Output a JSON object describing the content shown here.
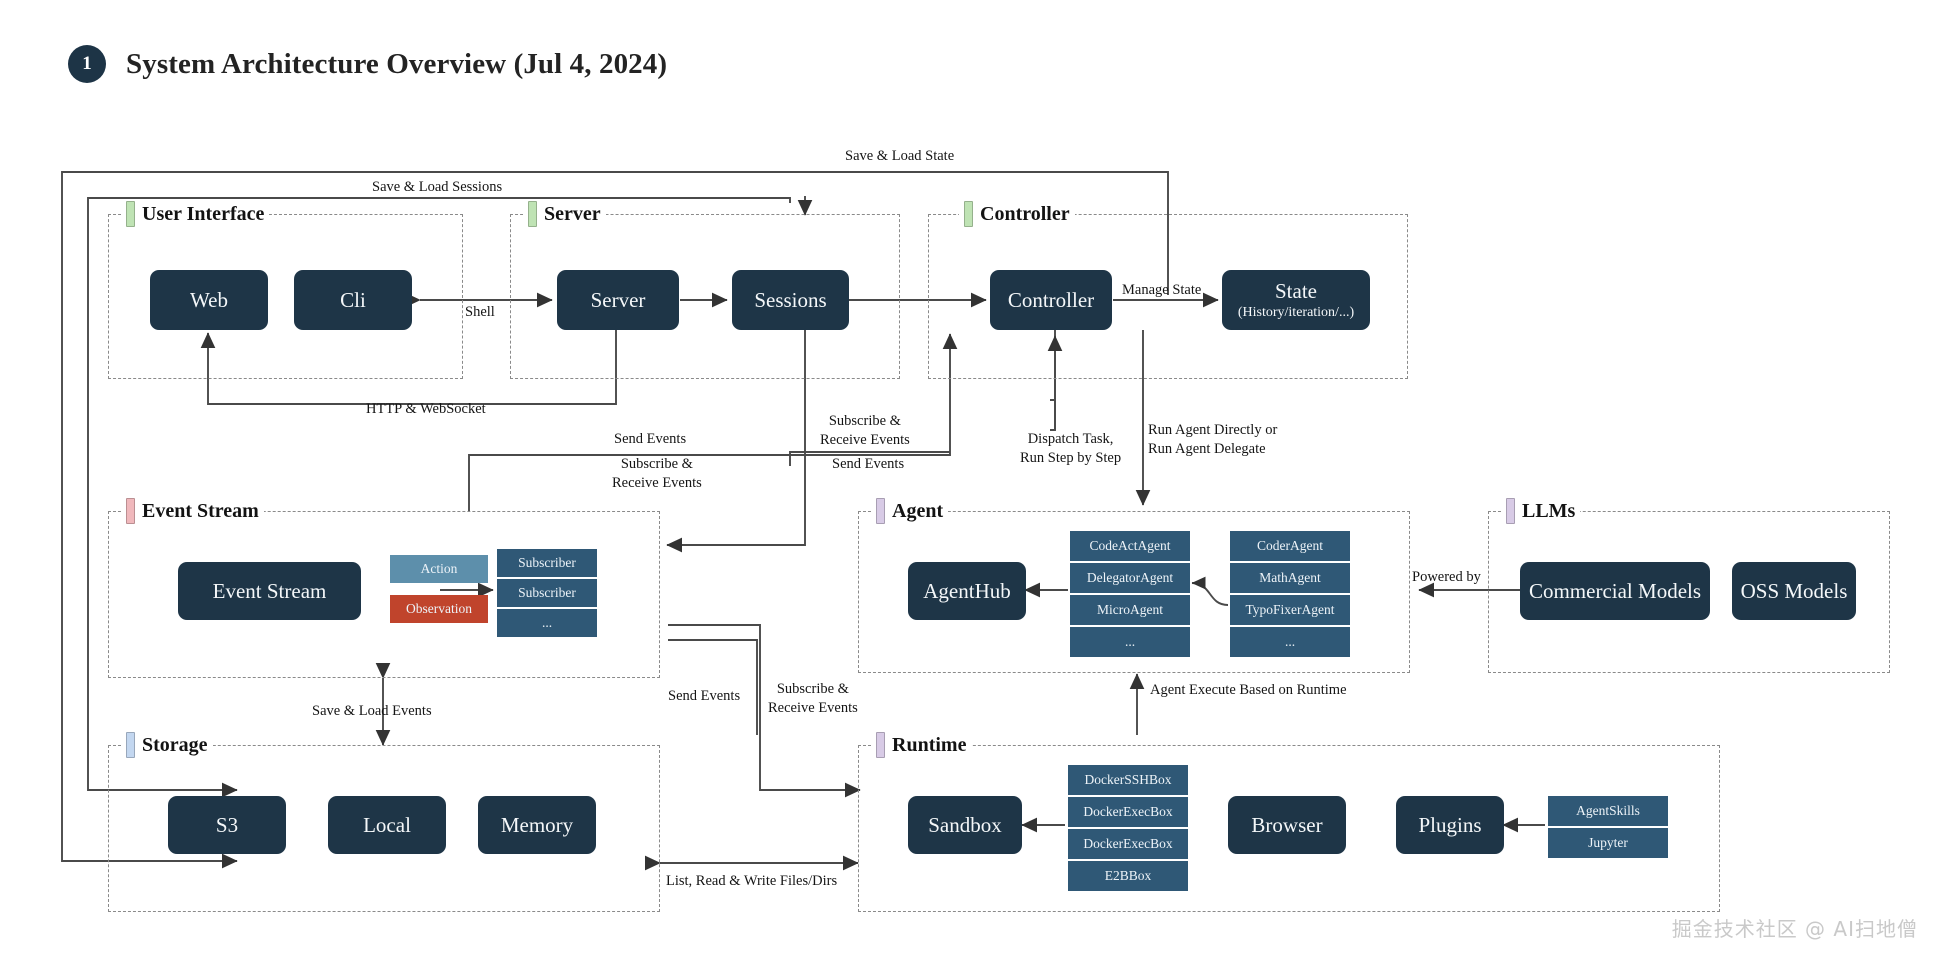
{
  "header": {
    "badge": "1",
    "title": "System Architecture Overview (Jul 4, 2024)"
  },
  "groups": {
    "user_interface": {
      "label": "User Interface",
      "marker_color": "#bfe3b4"
    },
    "server": {
      "label": "Server",
      "marker_color": "#bfe3b4"
    },
    "controller": {
      "label": "Controller",
      "marker_color": "#bfe3b4"
    },
    "event_stream": {
      "label": "Event Stream",
      "marker_color": "#f0b8bc"
    },
    "agent": {
      "label": "Agent",
      "marker_color": "#d8cbe6"
    },
    "llms": {
      "label": "LLMs",
      "marker_color": "#d8cbe6"
    },
    "storage": {
      "label": "Storage",
      "marker_color": "#c3d7f0"
    },
    "runtime": {
      "label": "Runtime",
      "marker_color": "#d8cbe6"
    }
  },
  "nodes": {
    "web": {
      "label": "Web"
    },
    "cli": {
      "label": "Cli"
    },
    "server": {
      "label": "Server"
    },
    "sessions": {
      "label": "Sessions"
    },
    "controller": {
      "label": "Controller"
    },
    "state": {
      "label": "State",
      "sub": "(History/iteration/...)"
    },
    "event_stream": {
      "label": "Event Stream"
    },
    "agent_hub": {
      "label": "AgentHub"
    },
    "commercial_models": {
      "label": "Commercial Models"
    },
    "oss_models": {
      "label": "OSS Models"
    },
    "s3": {
      "label": "S3"
    },
    "local": {
      "label": "Local"
    },
    "memory": {
      "label": "Memory"
    },
    "sandbox": {
      "label": "Sandbox"
    },
    "browser": {
      "label": "Browser"
    },
    "plugins": {
      "label": "Plugins"
    }
  },
  "tiles": {
    "event_types": [
      {
        "label": "Action",
        "color": "#5d8fab"
      },
      {
        "label": "Observation",
        "color": "#c0442c"
      }
    ],
    "subscribers": [
      "Subscriber",
      "Subscriber",
      "..."
    ],
    "agents_col1": [
      "CodeActAgent",
      "DelegatorAgent",
      "MicroAgent",
      "..."
    ],
    "agents_col2": [
      "CoderAgent",
      "MathAgent",
      "TypoFixerAgent",
      "..."
    ],
    "sandboxes": [
      "DockerSSHBox",
      "DockerExecBox",
      "DockerExecBox",
      "E2BBox"
    ],
    "plugin_items": [
      "AgentSkills",
      "Jupyter"
    ]
  },
  "edge_labels": {
    "save_load_state": "Save & Load State",
    "save_load_sessions": "Save & Load Sessions",
    "shell": "Shell",
    "manage_state": "Manage State",
    "http_websocket": "HTTP & WebSocket",
    "send_events_left": "Send Events",
    "subscribe_receive_left": "Subscribe &\nReceive Events",
    "subscribe_receive_mid": "Subscribe &\nReceive Events",
    "send_events_mid": "Send Events",
    "dispatch_task": "Dispatch Task,\nRun Step by Step",
    "run_agent": "Run Agent Directly or\nRun Agent Delegate",
    "powered_by": "Powered by",
    "agent_execute": "Agent Execute Based on Runtime",
    "save_load_events": "Save & Load Events",
    "send_events_low": "Send Events",
    "subscribe_receive_low": "Subscribe &\nReceive Events",
    "list_read_write": "List, Read & Write Files/Dirs"
  },
  "watermark": "掘金技术社区 @ AI扫地僧",
  "colors": {
    "node_fill": "#1e3547",
    "tile_fill": "#2f5876",
    "accent_action": "#5d8fab",
    "accent_observation": "#c0442c",
    "border_dashed": "#8a8a8a",
    "wire": "#4a4a4a"
  }
}
